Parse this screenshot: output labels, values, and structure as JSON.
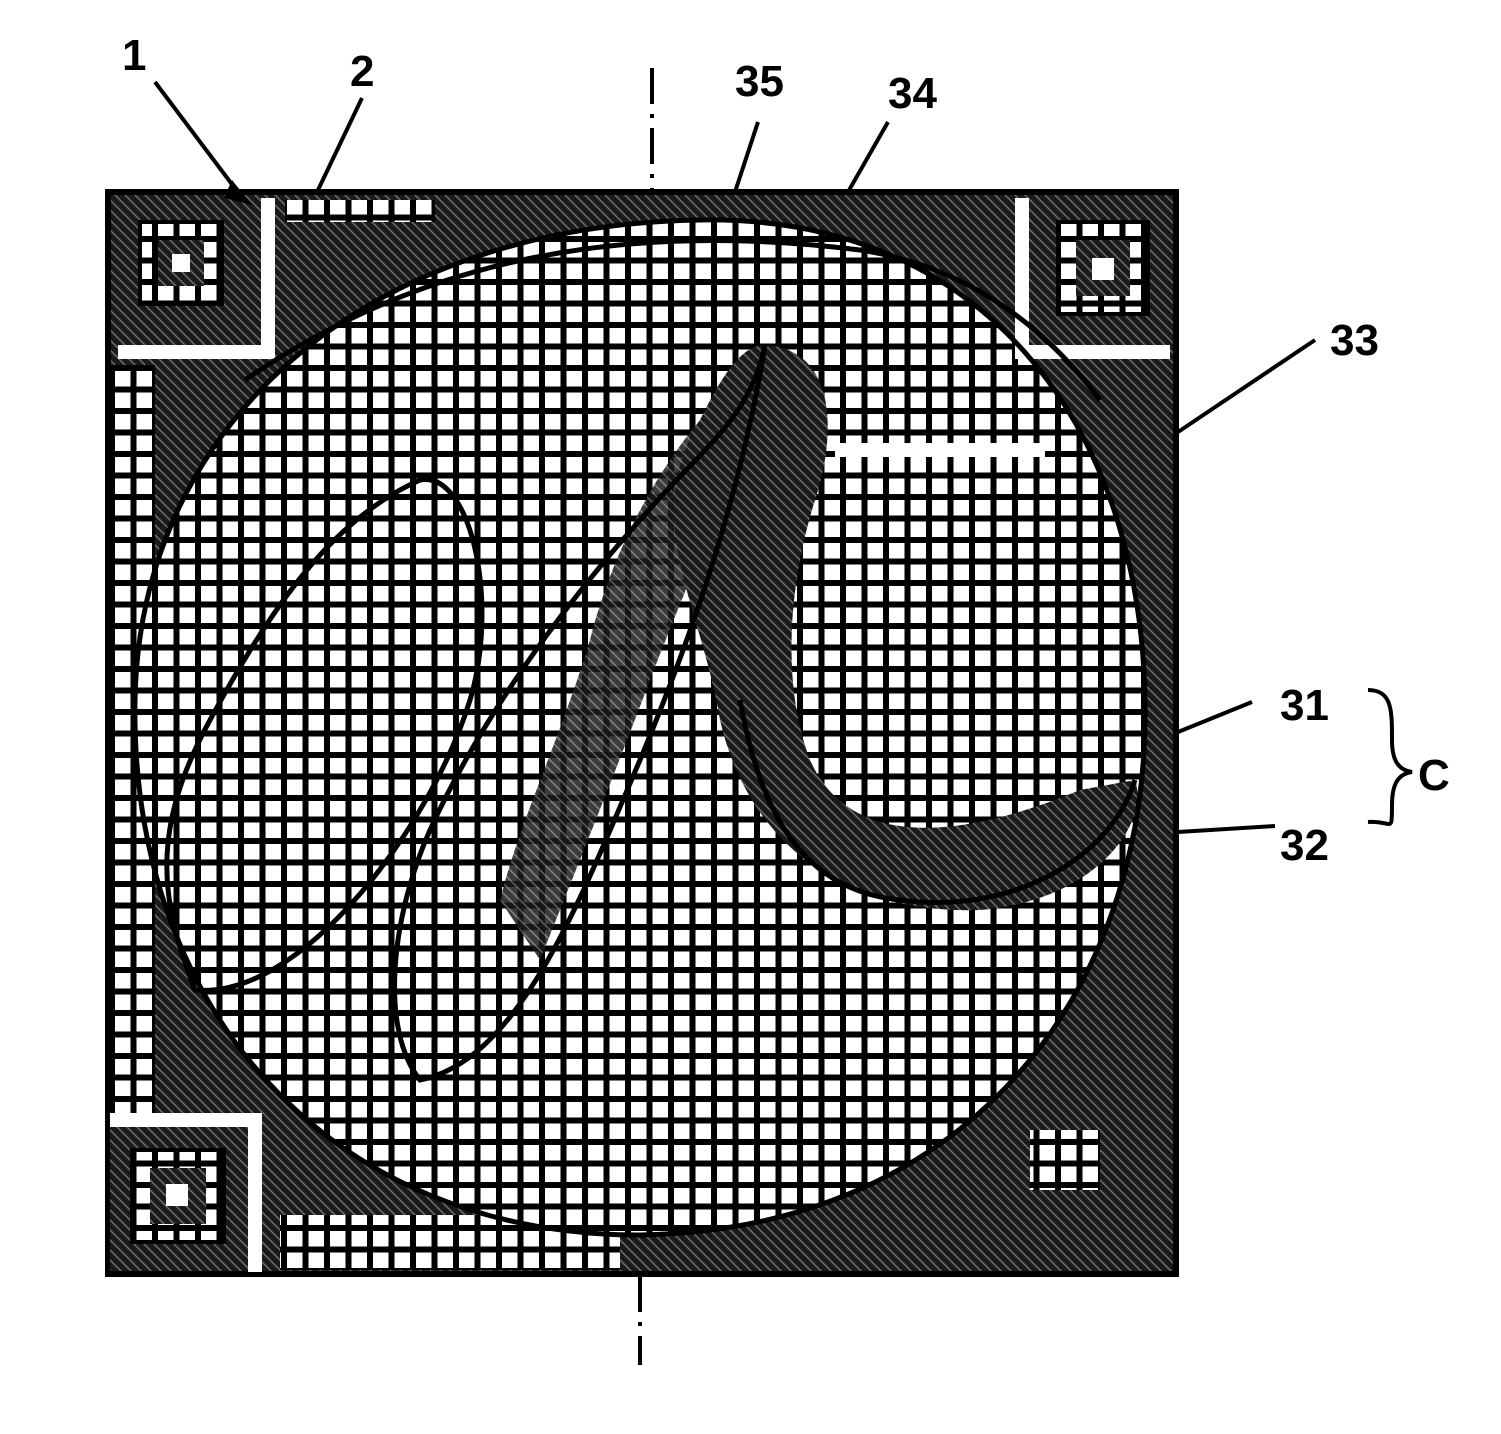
{
  "figure": {
    "background": "#ffffff",
    "ink": "#000000"
  },
  "labels": {
    "l1": "1",
    "l2": "2",
    "l35": "35",
    "l34": "34",
    "l33": "33",
    "l31": "31",
    "l32": "32",
    "lC": "C"
  }
}
